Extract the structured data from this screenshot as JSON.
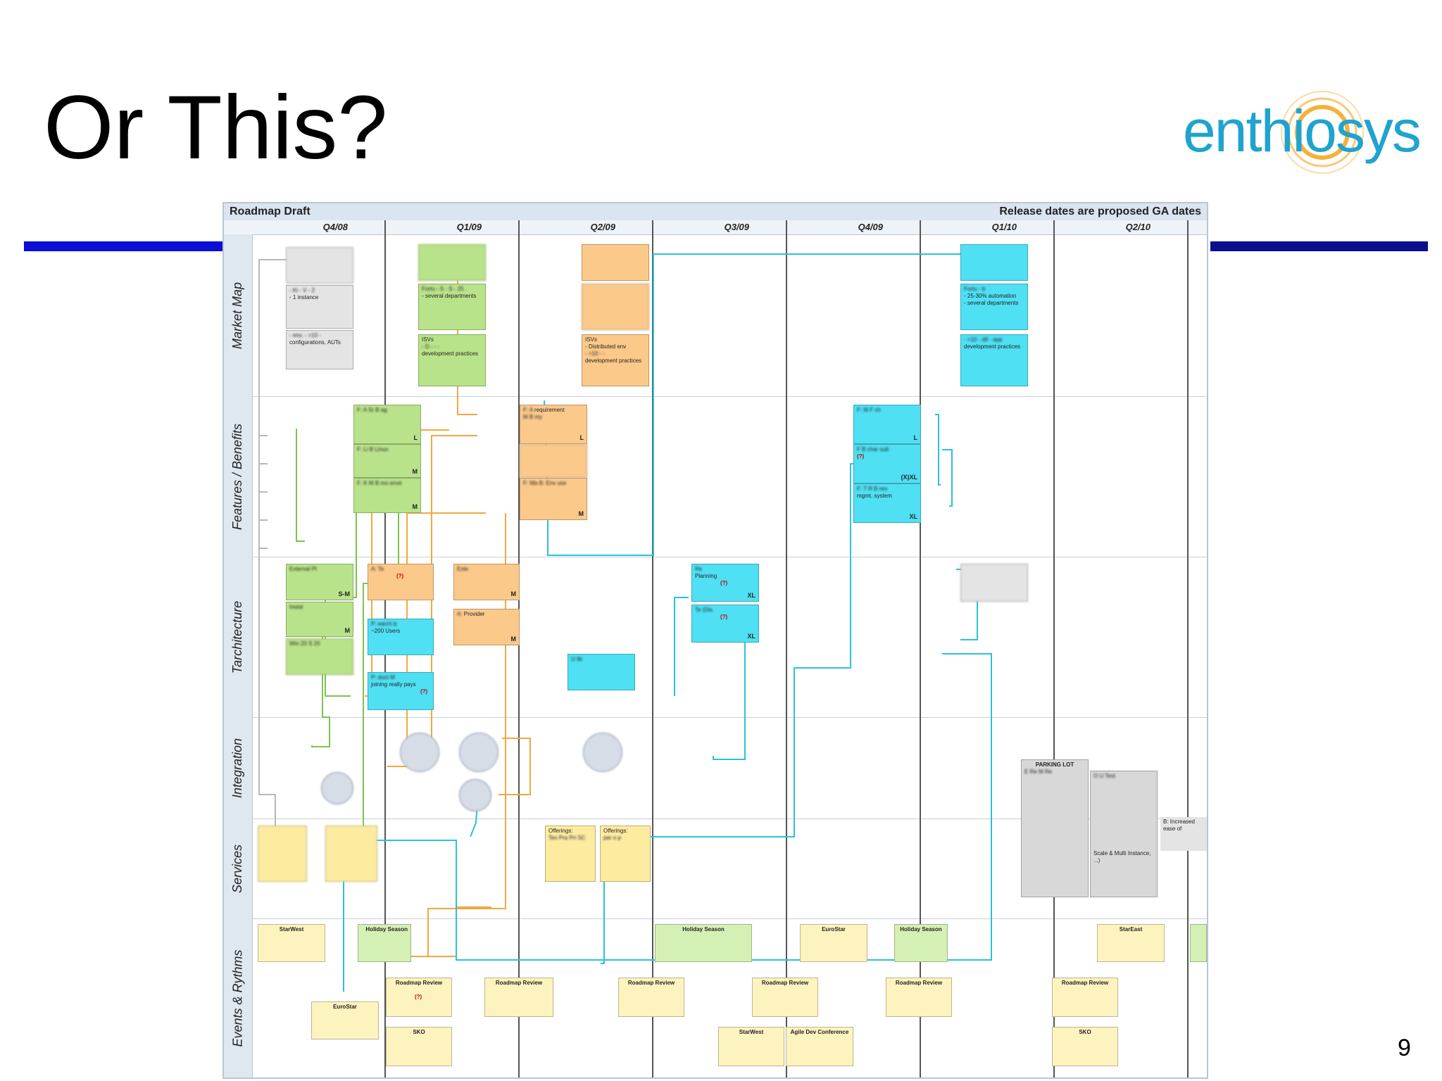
{
  "slide": {
    "title": "Or This?",
    "logo_text": "enthiosys",
    "page_number": "9",
    "colors": {
      "rule_left": "#0a0fd8",
      "rule_right": "#0a0f8f",
      "logo": "#1fa3cf",
      "logo_ring": "#f5b13a"
    }
  },
  "roadmap": {
    "title": "Roadmap Draft",
    "note": "Release dates are proposed GA dates",
    "quarters": [
      "Q4/08",
      "Q1/09",
      "Q2/09",
      "Q3/09",
      "Q4/09",
      "Q1/10",
      "Q2/10"
    ],
    "lanes": [
      "Market Map",
      "Features / Benefits",
      "Tarchitecture",
      "Integration",
      "Services",
      "Events & Rythms"
    ],
    "cards": {
      "mm_grey_2": "- 1 instance",
      "mm_grey_3": "configurations, AUTs",
      "mm_green_2": "- several departments",
      "mm_green_3": "ISVs",
      "mm_green_3b": "development practices",
      "mm_orange_3": "ISVs",
      "mm_orange_3a": "- Distributed env",
      "mm_orange_3b": "development practices",
      "mm_cyan_2a": "- 25-30% automation",
      "mm_cyan_2b": "- several departments",
      "mm_cyan_3": "development practices",
      "fb_green_size_1": "L",
      "fb_green_size_2": "M",
      "fb_green_size_3": "M",
      "fb_orange_label": "requirement",
      "fb_orange_size_1": "L",
      "fb_orange_size_2": "M",
      "fb_cyan_size_1": "L",
      "fb_cyan_size_2": "(X)XL",
      "fb_cyan_q": "(?)",
      "fb_cyan_size_3": "XL",
      "fb_cyan_sub": "mgmt. system",
      "ta_green_1": "S-M",
      "ta_green_2": "M",
      "ta_orange_q": "(?)",
      "ta_orange_2": "M",
      "ta_orange_3": "Provider",
      "ta_orange_3s": "M",
      "ta_cyan_1": "Planning",
      "ta_cyan_1q": "(?)",
      "ta_cyan_1s": "XL",
      "ta_cyan_2q": "(?)",
      "ta_cyan_2s": "XL",
      "ta_cyan_3": "~200 Users",
      "ta_cyan_4": "joining really pays",
      "ta_cyan_4q": "(?)",
      "sv_orange_1": "Offerings:",
      "sv_orange_2": "Offerings:",
      "parking_title": "PARKING LOT",
      "parking_text": "Scale & Multi Instance, ...)",
      "parking_side": "B: Increased ease of"
    },
    "events": {
      "starwest_1": "StarWest",
      "holiday_1": "Holiday Season",
      "holiday_2": "Holiday Season",
      "eurostar_1": "EuroStar",
      "holiday_3": "Holiday Season",
      "stareast": "StarEast",
      "rr_1": "Roadmap Review",
      "rr_2": "Roadmap Review",
      "rr_3": "Roadmap Review",
      "rr_4": "Roadmap Review",
      "rr_5": "Roadmap Review",
      "rr_6": "Roadmap Review",
      "rr_1q": "(?)",
      "eurostar_2": "EuroStar",
      "sko_1": "SKO",
      "starwest_2": "StarWest",
      "agile": "Agile Dev Conference",
      "sko_2": "SKO"
    }
  }
}
